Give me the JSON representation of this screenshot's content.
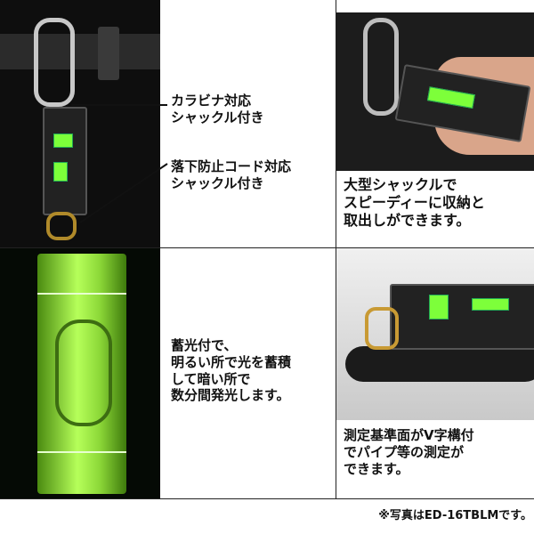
{
  "panel_top_left_callouts": {
    "callout_1": "カラビナ対応\nシャックル付き",
    "callout_2": "落下防止コード対応\nシャックル付き"
  },
  "panel_top_right": {
    "caption": "大型シャックルで\nスピーディーに収納と\n取出しができます。"
  },
  "panel_bottom_middle": {
    "caption": "蓄光付で、\n明るい所で光を蓄積\nして暗い所で\n数分間発光します。"
  },
  "panel_bottom_right": {
    "caption": "測定基準面がV字構付\nでパイプ等の測定が\nできます。"
  },
  "footnote": "※写真はED-16TBLMです。",
  "colors": {
    "vial_green": "#7dff3a",
    "glow_green": "#9dff4a",
    "dark_bg": "#0e0e0e"
  }
}
